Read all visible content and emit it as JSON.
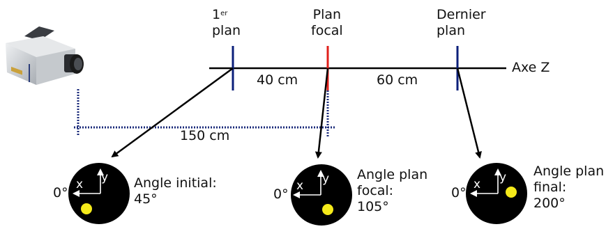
{
  "planes": {
    "first": {
      "line1_base": "1",
      "line1_sup": "er",
      "line2": "plan"
    },
    "focal": {
      "line1": "Plan",
      "line2": "focal"
    },
    "last": {
      "line1": "Dernier",
      "line2": "plan"
    }
  },
  "axis": {
    "label": "Axe Z"
  },
  "distances": {
    "first_to_focal": "40 cm",
    "focal_to_last": "60 cm",
    "camera_to_focal": "150 cm"
  },
  "markers": [
    {
      "angle_label": "Angle initial:",
      "angle_value": "45°",
      "origin_label": "0°",
      "x_label": "x",
      "y_label": "y"
    },
    {
      "angle_label_1": "Angle plan",
      "angle_label_2": "focal:",
      "angle_value": "105°",
      "origin_label": "0°",
      "x_label": "x",
      "y_label": "y"
    },
    {
      "angle_label_1": "Angle plan",
      "angle_label_2": "final:",
      "angle_value": "200°",
      "origin_label": "0°",
      "x_label": "x",
      "y_label": "y"
    }
  ],
  "colors": {
    "axis": "#000000",
    "plane": "#0b1f7a",
    "focal_plane": "#e0201b",
    "dotted": "#1a2a7a",
    "disc": "#000000",
    "dot": "#f5ea1a"
  }
}
